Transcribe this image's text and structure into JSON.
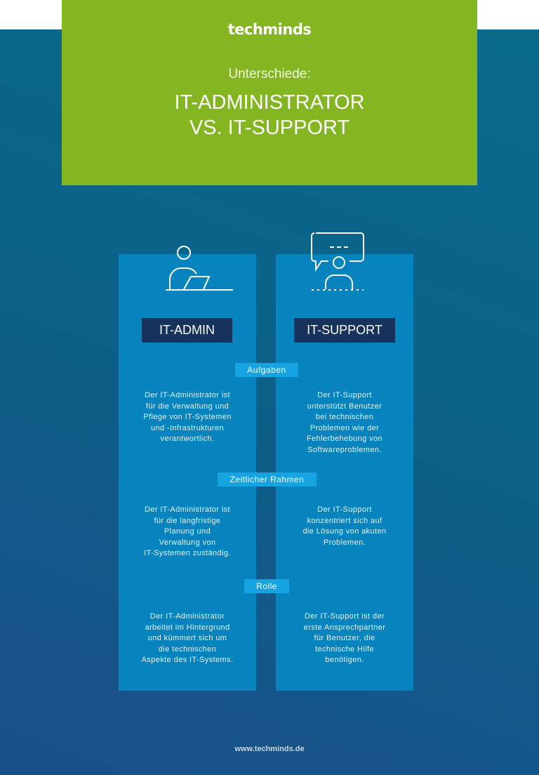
{
  "header": {
    "logo": "techminds",
    "subtitle": "Unterschiede:",
    "title_line1": "IT-ADMINISTRATOR",
    "title_line2": "VS. IT-SUPPORT",
    "background_color": "#84b622"
  },
  "columns": {
    "admin": {
      "label": "IT-ADMIN",
      "icon": "person-at-laptop-icon"
    },
    "support": {
      "label": "IT-SUPPORT",
      "icon": "person-with-speech-bubble-icon"
    }
  },
  "sections": [
    {
      "tag": "Aufgaben",
      "admin_text": "Der IT-Administrator ist\nfür die Verwaltung und\nPflege von IT-Systemen\nund -Infrastrukturen\nverantwortlich.",
      "support_text": "Der IT-Support\nunterstützt Benutzer\nbei technischen\nProblemen wie der\nFehlerbehebung von\nSoftwareproblemen."
    },
    {
      "tag": "Zeitlicher Rahmen",
      "admin_text": "Der IT-Administrator ist\nfür die langfristige\nPlanung und\nVerwaltung von\nIT-Systemen zuständig.",
      "support_text": "Der IT-Support\nkonzentriert sich auf\ndie Lösung von akuten\nProblemen."
    },
    {
      "tag": "Rolle",
      "admin_text": "Der IT-Administrator\narbeitet im Hintergrund\nund kümmert sich um\ndie technischen\nAspekte des IT-Systems.",
      "support_text": "Der IT-Support ist der\nerste Ansprechpartner\nfür Benutzer, die\ntechnische Hilfe\nbenötigen."
    }
  ],
  "footer": {
    "url": "www.techminds.de"
  },
  "colors": {
    "column": "#0784bd",
    "label_box": "#16325d",
    "section_tag": "#15a3e2"
  }
}
